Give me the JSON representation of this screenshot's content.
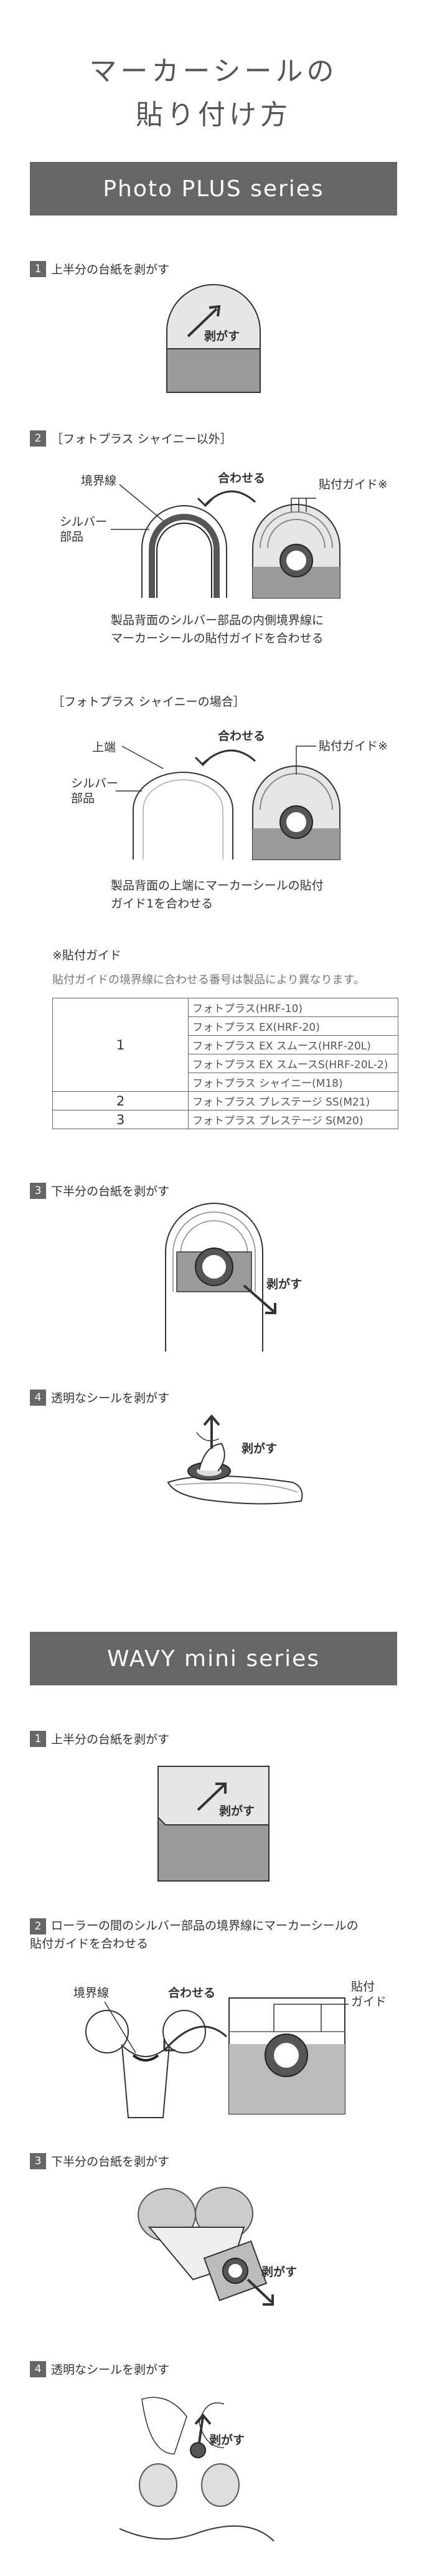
{
  "page_title": [
    "マーカーシールの",
    "貼り付け方"
  ],
  "photo_plus": {
    "band": "Photo PLUS series",
    "step1": {
      "num": "1",
      "text": "上半分の台紙を剥がす",
      "peel": "剥がす"
    },
    "step2": {
      "num": "2",
      "text": "［フォトプラス シャイニー以外］",
      "boundary": "境界線",
      "align": "合わせる",
      "guide": "貼付ガイド※",
      "silver": [
        "シルバー",
        "部品"
      ],
      "desc": [
        "製品背面のシルバー部品の内側境界線に",
        "マーカーシールの貼付ガイドを合わせる"
      ]
    },
    "shiny": {
      "text": "［フォトプラス シャイニーの場合］",
      "top": "上端",
      "align": "合わせる",
      "guide": "貼付ガイド※",
      "silver": [
        "シルバー",
        "部品"
      ],
      "desc": [
        "製品背面の上端にマーカーシールの貼付",
        "ガイド1を合わせる"
      ]
    },
    "note": {
      "title": "※貼付ガイド",
      "text": "貼付ガイドの境界線に合わせる番号は製品により異なります。"
    },
    "table": [
      {
        "guide": "1",
        "models": [
          "フォトプラス(HRF-10)",
          "フォトプラス EX(HRF-20)",
          "フォトプラス EX スムース(HRF-20L)",
          "フォトプラス EX スムースS(HRF-20L-2)",
          "フォトプラス シャイニー(M18)"
        ]
      },
      {
        "guide": "2",
        "models": [
          "フォトプラス プレステージ SS(M21)"
        ]
      },
      {
        "guide": "3",
        "models": [
          "フォトプラス プレステージ S(M20)"
        ]
      }
    ],
    "step3": {
      "num": "3",
      "text": "下半分の台紙を剥がす",
      "peel": "剥がす"
    },
    "step4": {
      "num": "4",
      "text": "透明なシールを剥がす",
      "peel": "剥がす"
    }
  },
  "wavy": {
    "band": "WAVY mini series",
    "step1": {
      "num": "1",
      "text": "上半分の台紙を剥がす",
      "peel": "剥がす"
    },
    "step2": {
      "num": "2",
      "text": [
        "ローラーの間のシルバー部品の境界線にマーカーシールの",
        "貼付ガイドを合わせる"
      ],
      "boundary": "境界線",
      "align": "合わせる",
      "guide": [
        "貼付",
        "ガイド"
      ]
    },
    "step3": {
      "num": "3",
      "text": "下半分の台紙を剥がす",
      "peel": "剥がす"
    },
    "step4": {
      "num": "4",
      "text": "透明なシールを剥がす",
      "peel": "剥がす"
    }
  },
  "colors": {
    "band": "#666666",
    "sticker": "#9a9a9a",
    "sticker_light": "#e6e6e6",
    "line": "#333333"
  }
}
